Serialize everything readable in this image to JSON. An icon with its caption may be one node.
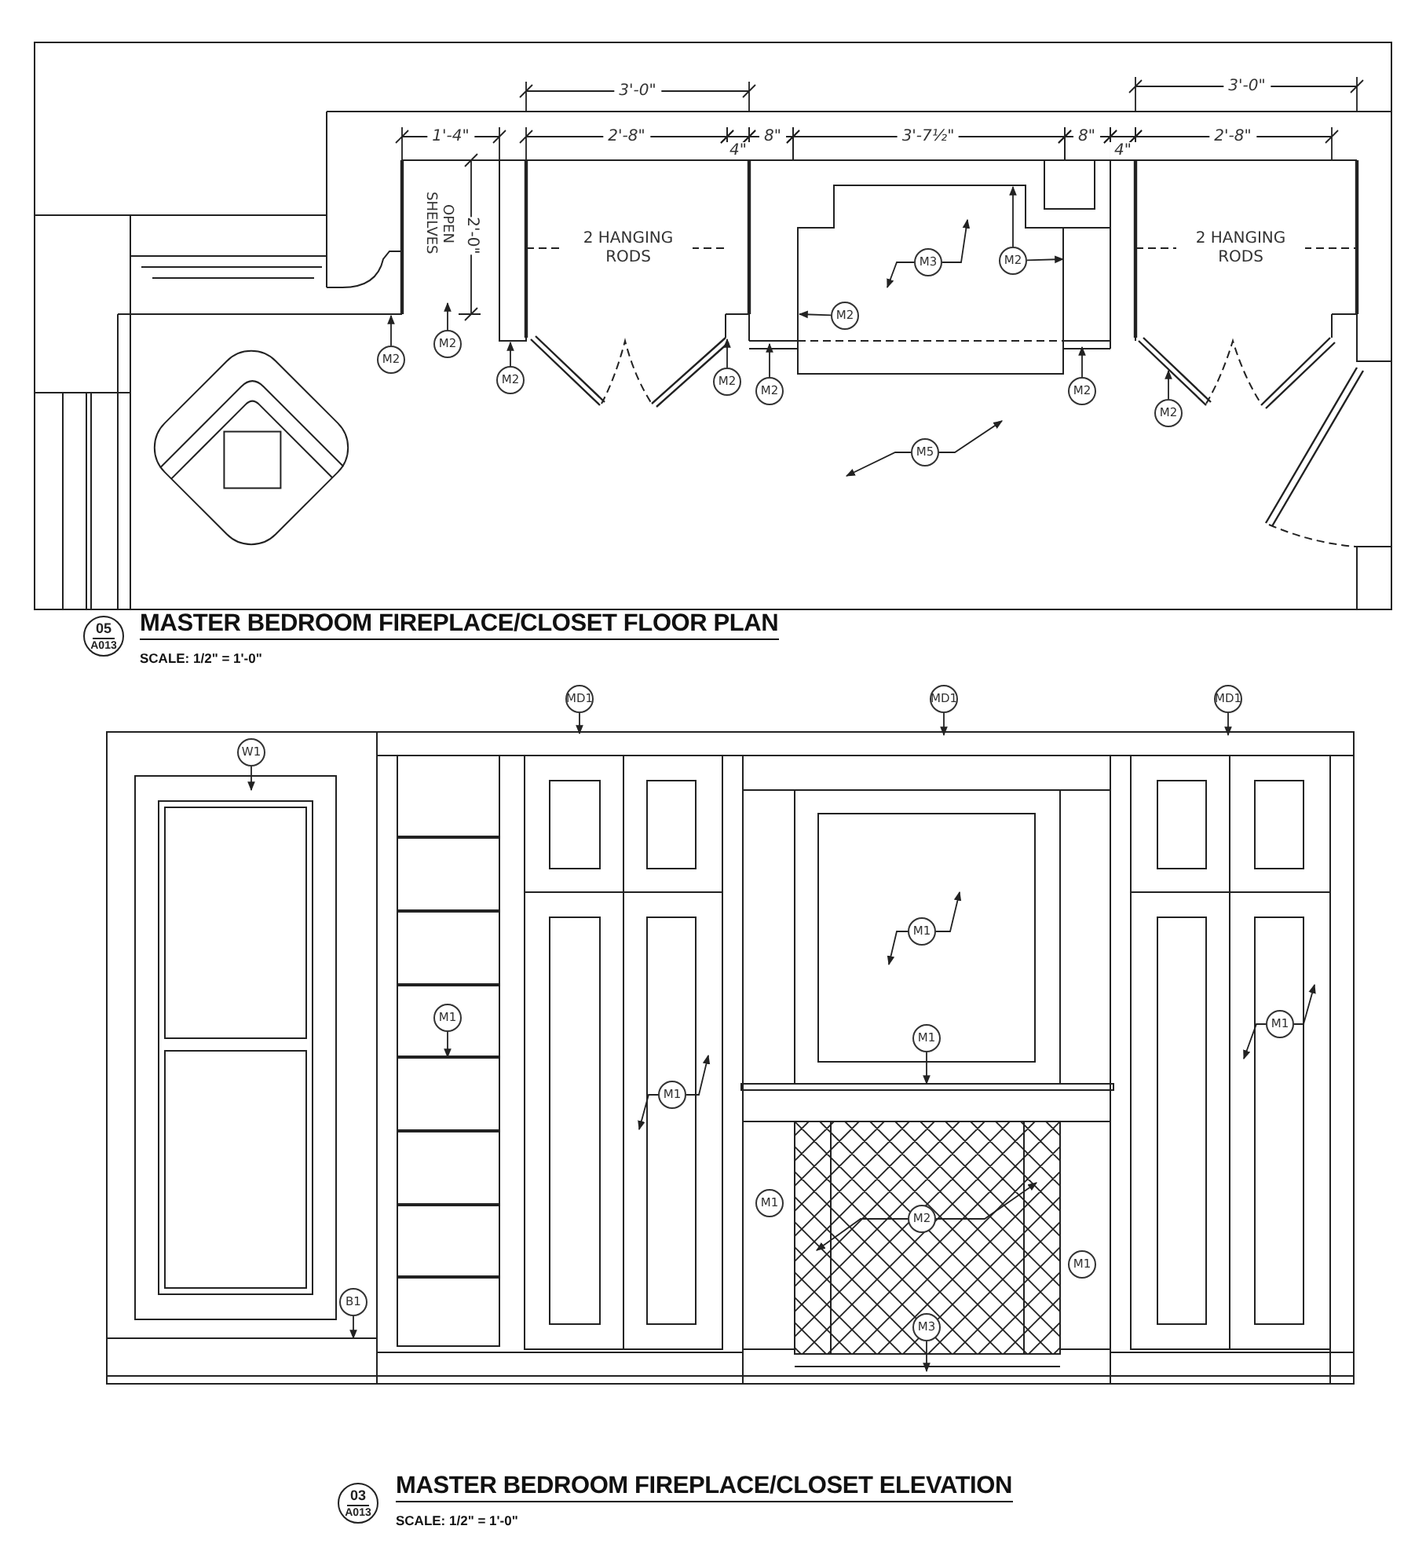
{
  "diagram": {
    "nodes": [
      {
        "text": [
          "M2"
        ]
      },
      {
        "text": [
          "M2"
        ]
      },
      {
        "text": [
          "M2"
        ]
      },
      {
        "text": [
          "M2"
        ]
      },
      {
        "text": [
          "M2"
        ]
      },
      {
        "text": [
          "M3"
        ]
      },
      {
        "text": [
          "M2"
        ]
      },
      {
        "text": [
          "M2"
        ]
      },
      {
        "text": [
          "M2"
        ]
      },
      {
        "text": [
          "M2"
        ]
      },
      {
        "text": [
          "M5"
        ]
      },
      {
        "text": [
          "05",
          "A013"
        ]
      },
      {
        "text": [
          "W1"
        ]
      },
      {
        "text": [
          "MD1"
        ]
      },
      {
        "text": [
          "MD1"
        ]
      },
      {
        "text": [
          "MD1"
        ]
      },
      {
        "text": [
          "M1"
        ]
      },
      {
        "text": [
          "M1"
        ]
      },
      {
        "text": [
          "M1"
        ]
      },
      {
        "text": [
          "M1"
        ]
      },
      {
        "text": [
          "M1"
        ]
      },
      {
        "text": [
          "M1"
        ]
      },
      {
        "text": [
          "M1"
        ]
      },
      {
        "text": [
          "M2"
        ]
      },
      {
        "text": [
          "M3"
        ]
      },
      {
        "text": [
          "B1"
        ]
      },
      {
        "text": [
          "03",
          "A013"
        ]
      }
    ],
    "edges": [
      {
        "from": 0,
        "to": null,
        "arrow": "to"
      },
      {
        "from": 1,
        "to": null,
        "arrow": "to"
      },
      {
        "from": 2,
        "to": null,
        "arrow": "to"
      },
      {
        "from": 3,
        "to": null,
        "arrow": "to"
      },
      {
        "from": 4,
        "to": null,
        "arrow": "to"
      },
      {
        "from": 5,
        "to": null,
        "arrow": "to"
      },
      {
        "from": 5,
        "to": null,
        "arrow": "to"
      },
      {
        "from": 6,
        "to": null,
        "arrow": "to"
      },
      {
        "from": 6,
        "to": null,
        "arrow": "to"
      },
      {
        "from": 7,
        "to": null,
        "arrow": "to"
      },
      {
        "from": 8,
        "to": null,
        "arrow": "to"
      },
      {
        "from": 9,
        "to": null,
        "arrow": "to"
      },
      {
        "from": 10,
        "to": null,
        "arrow": "to"
      },
      {
        "from": 10,
        "to": null,
        "arrow": "to"
      },
      {
        "from": 12,
        "to": null,
        "arrow": "to"
      },
      {
        "from": 13,
        "to": null,
        "arrow": "to"
      },
      {
        "from": 14,
        "to": null,
        "arrow": "to"
      },
      {
        "from": 15,
        "to": null,
        "arrow": "to"
      },
      {
        "from": 16,
        "to": null,
        "arrow": "to"
      },
      {
        "from": 17,
        "to": null,
        "arrow": "to"
      },
      {
        "from": 17,
        "to": null,
        "arrow": "to"
      },
      {
        "from": 18,
        "to": null,
        "arrow": "to"
      },
      {
        "from": 18,
        "to": null,
        "arrow": "to"
      },
      {
        "from": 19,
        "to": null,
        "arrow": "to"
      },
      {
        "from": 20,
        "to": null,
        "arrow": "to"
      },
      {
        "from": 20,
        "to": null,
        "arrow": "to"
      },
      {
        "from": 23,
        "to": null,
        "arrow": "to"
      },
      {
        "from": 23,
        "to": null,
        "arrow": "to"
      },
      {
        "from": 24,
        "to": null,
        "arrow": "to"
      },
      {
        "from": 25,
        "to": null,
        "arrow": "to"
      }
    ],
    "labels": [
      "3'-0\"",
      "3'-0\"",
      "1'-4\"",
      "2'-8\"",
      "4\"",
      "8\"",
      "3'-7½\"",
      "8\"",
      "4\"",
      "2'-8\"",
      "2'-0\"",
      "OPEN SHELVES",
      "2 HANGING RODS",
      "2 HANGING RODS",
      "MASTER BEDROOM FIREPLACE/CLOSET FLOOR PLAN",
      "SCALE: 1/2\" = 1'-0\"",
      "MASTER BEDROOM FIREPLACE/CLOSET ELEVATION",
      "SCALE: 1/2\" = 1'-0\""
    ]
  }
}
